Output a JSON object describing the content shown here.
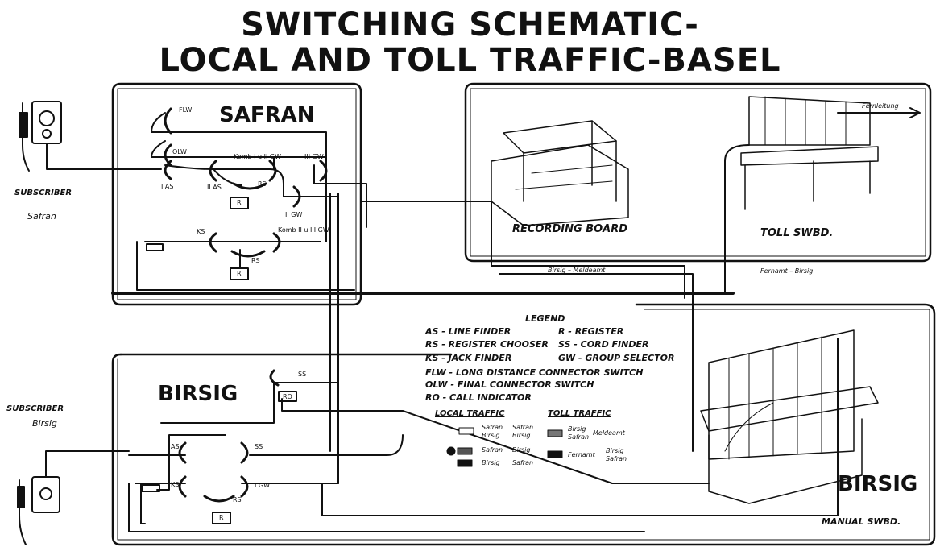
{
  "title": {
    "line1": "SWITCHING SCHEMATIC-",
    "line2": "LOCAL AND TOLL TRAFFIC-BASEL"
  },
  "safran": {
    "heading": "SAFRAN",
    "labels": {
      "flw": "FLW",
      "olw": "OLW",
      "ias": "I AS",
      "iias": "II AS",
      "komb1": "Komb I u II GW",
      "iiigw": "III GW",
      "rs": "RS",
      "r": "R",
      "iigw": "II GW",
      "ks": "KS",
      "komb2": "Komb II u III GW",
      "rs2": "RS",
      "r2": "R"
    }
  },
  "subscriber_safran": {
    "line1": "SUBSCRIBER",
    "line2": "Safran"
  },
  "subscriber_birsig": {
    "line1": "SUBSCRIBER",
    "line2": "Birsig"
  },
  "recording_board": {
    "label": "RECORDING BOARD"
  },
  "toll_swbd": {
    "label": "TOLL SWBD.",
    "fernleitung": "Fernleitung"
  },
  "lines": {
    "birsig_meldeamt": "Birsig – Meldeamt",
    "fernamt_birsig": "Fernamt – Birsig"
  },
  "legend": {
    "heading": "LEGEND",
    "rows": [
      [
        "AS - LINE FINDER",
        "R - REGISTER"
      ],
      [
        "RS - REGISTER CHOOSER",
        "SS - CORD FINDER"
      ],
      [
        "KS - JACK FINDER",
        "GW - GROUP SELECTOR"
      ]
    ],
    "wide": [
      "FLW - LONG DISTANCE CONNECTOR SWITCH",
      "OLW - FINAL CONNECTOR SWITCH",
      "RO - CALL INDICATOR"
    ],
    "local_heading": "LOCAL TRAFFIC",
    "toll_heading": "TOLL TRAFFIC",
    "local_items": [
      {
        "from": "Safran",
        "to": "Safran",
        "from2": "Birsig",
        "to2": "Birsig"
      },
      {
        "from": "Safran",
        "to": "Birsig"
      },
      {
        "from": "Birsig",
        "to": "Safran"
      }
    ],
    "toll_items": [
      {
        "text": "Birsig",
        "text2": "Safran",
        "to": "Meldeamt"
      },
      {
        "text": "Fernamt",
        "to": "Birsig",
        "to2": "Safran"
      }
    ]
  },
  "birsig": {
    "heading": "BIRSIG",
    "labels": {
      "ss": "SS",
      "ro": "RO",
      "as": "AS",
      "ss2": "SS",
      "ks": "KS",
      "igw": "I GW",
      "rs": "RS",
      "r": "R"
    }
  },
  "birsig_manual": {
    "heading": "BIRSIG",
    "label": "MANUAL SWBD."
  }
}
